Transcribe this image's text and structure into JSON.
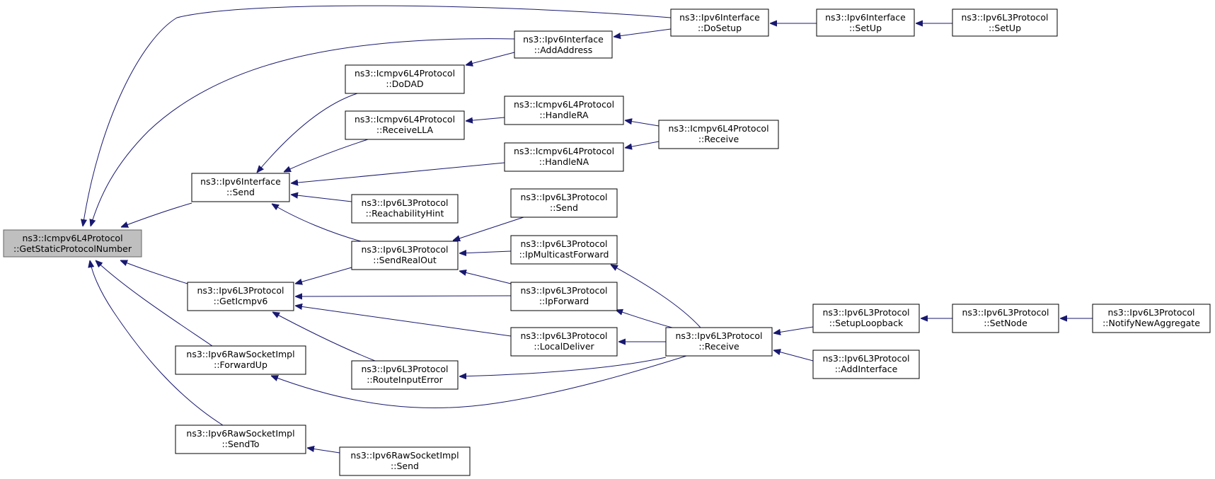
{
  "diagram": {
    "type": "caller-graph",
    "colors": {
      "edge": "#191970",
      "node_border": "#000000",
      "highlight_fill": "#bfbfbf",
      "highlight_border": "#666666"
    },
    "nodes": [
      {
        "id": "root",
        "lines": [
          "ns3::Icmpv6L4Protocol",
          "::GetStaticProtocolNumber"
        ],
        "highlight": true
      },
      {
        "id": "if_dosetup",
        "lines": [
          "ns3::Ipv6Interface",
          "::DoSetup"
        ]
      },
      {
        "id": "if_setup",
        "lines": [
          "ns3::Ipv6Interface",
          "::SetUp"
        ]
      },
      {
        "id": "l3_setup",
        "lines": [
          "ns3::Ipv6L3Protocol",
          "::SetUp"
        ]
      },
      {
        "id": "if_addaddress",
        "lines": [
          "ns3::Ipv6Interface",
          "::AddAddress"
        ]
      },
      {
        "id": "icmp_dodad",
        "lines": [
          "ns3::Icmpv6L4Protocol",
          "::DoDAD"
        ]
      },
      {
        "id": "icmp_handlera",
        "lines": [
          "ns3::Icmpv6L4Protocol",
          "::HandleRA"
        ]
      },
      {
        "id": "icmp_receivella",
        "lines": [
          "ns3::Icmpv6L4Protocol",
          "::ReceiveLLA"
        ]
      },
      {
        "id": "icmp_receive",
        "lines": [
          "ns3::Icmpv6L4Protocol",
          "::Receive"
        ]
      },
      {
        "id": "icmp_handlena",
        "lines": [
          "ns3::Icmpv6L4Protocol",
          "::HandleNA"
        ]
      },
      {
        "id": "if_send",
        "lines": [
          "ns3::Ipv6Interface",
          "::Send"
        ]
      },
      {
        "id": "l3_reach",
        "lines": [
          "ns3::Ipv6L3Protocol",
          "::ReachabilityHint"
        ]
      },
      {
        "id": "l3_send",
        "lines": [
          "ns3::Ipv6L3Protocol",
          "::Send"
        ]
      },
      {
        "id": "l3_sendrealout",
        "lines": [
          "ns3::Ipv6L3Protocol",
          "::SendRealOut"
        ]
      },
      {
        "id": "l3_ipmcast",
        "lines": [
          "ns3::Ipv6L3Protocol",
          "::IpMulticastForward"
        ]
      },
      {
        "id": "l3_geticmpv6",
        "lines": [
          "ns3::Ipv6L3Protocol",
          "::GetIcmpv6"
        ]
      },
      {
        "id": "l3_ipforward",
        "lines": [
          "ns3::Ipv6L3Protocol",
          "::IpForward"
        ]
      },
      {
        "id": "l3_localdeliver",
        "lines": [
          "ns3::Ipv6L3Protocol",
          "::LocalDeliver"
        ]
      },
      {
        "id": "l3_receive",
        "lines": [
          "ns3::Ipv6L3Protocol",
          "::Receive"
        ]
      },
      {
        "id": "l3_setuploopback",
        "lines": [
          "ns3::Ipv6L3Protocol",
          "::SetupLoopback"
        ]
      },
      {
        "id": "l3_setnode",
        "lines": [
          "ns3::Ipv6L3Protocol",
          "::SetNode"
        ]
      },
      {
        "id": "l3_notify",
        "lines": [
          "ns3::Ipv6L3Protocol",
          "::NotifyNewAggregate"
        ]
      },
      {
        "id": "l3_addinterface",
        "lines": [
          "ns3::Ipv6L3Protocol",
          "::AddInterface"
        ]
      },
      {
        "id": "raw_forwardup",
        "lines": [
          "ns3::Ipv6RawSocketImpl",
          "::ForwardUp"
        ]
      },
      {
        "id": "l3_routeinputerror",
        "lines": [
          "ns3::Ipv6L3Protocol",
          "::RouteInputError"
        ]
      },
      {
        "id": "raw_sendto",
        "lines": [
          "ns3::Ipv6RawSocketImpl",
          "::SendTo"
        ]
      },
      {
        "id": "raw_send",
        "lines": [
          "ns3::Ipv6RawSocketImpl",
          "::Send"
        ]
      }
    ],
    "edges": [
      {
        "from": "if_dosetup",
        "to": "root"
      },
      {
        "from": "if_addaddress",
        "to": "root"
      },
      {
        "from": "if_send",
        "to": "root"
      },
      {
        "from": "l3_geticmpv6",
        "to": "root"
      },
      {
        "from": "raw_forwardup",
        "to": "root"
      },
      {
        "from": "raw_sendto",
        "to": "root"
      },
      {
        "from": "if_setup",
        "to": "if_dosetup"
      },
      {
        "from": "l3_setup",
        "to": "if_setup"
      },
      {
        "from": "if_dosetup",
        "to": "if_addaddress"
      },
      {
        "from": "icmp_dodad",
        "to": "if_addaddress"
      },
      {
        "from": "icmp_dodad",
        "to": "if_send"
      },
      {
        "from": "icmp_receivella",
        "to": "if_send"
      },
      {
        "from": "icmp_handlena",
        "to": "if_send"
      },
      {
        "from": "l3_reach",
        "to": "if_send"
      },
      {
        "from": "l3_sendrealout",
        "to": "if_send"
      },
      {
        "from": "icmp_handlera",
        "to": "icmp_receivella"
      },
      {
        "from": "icmp_receive",
        "to": "icmp_handlera"
      },
      {
        "from": "icmp_receive",
        "to": "icmp_handlena"
      },
      {
        "from": "l3_send",
        "to": "l3_sendrealout"
      },
      {
        "from": "l3_ipmcast",
        "to": "l3_sendrealout"
      },
      {
        "from": "l3_ipforward",
        "to": "l3_sendrealout"
      },
      {
        "from": "l3_sendrealout",
        "to": "l3_geticmpv6"
      },
      {
        "from": "l3_ipforward",
        "to": "l3_geticmpv6"
      },
      {
        "from": "l3_localdeliver",
        "to": "l3_geticmpv6"
      },
      {
        "from": "l3_routeinputerror",
        "to": "l3_geticmpv6"
      },
      {
        "from": "l3_receive",
        "to": "l3_ipmcast"
      },
      {
        "from": "l3_receive",
        "to": "l3_ipforward"
      },
      {
        "from": "l3_receive",
        "to": "l3_localdeliver"
      },
      {
        "from": "l3_receive",
        "to": "l3_routeinputerror"
      },
      {
        "from": "l3_receive",
        "to": "raw_forwardup"
      },
      {
        "from": "l3_setuploopback",
        "to": "l3_receive"
      },
      {
        "from": "l3_addinterface",
        "to": "l3_receive"
      },
      {
        "from": "l3_setnode",
        "to": "l3_setuploopback"
      },
      {
        "from": "l3_notify",
        "to": "l3_setnode"
      },
      {
        "from": "raw_send",
        "to": "raw_sendto"
      }
    ]
  }
}
